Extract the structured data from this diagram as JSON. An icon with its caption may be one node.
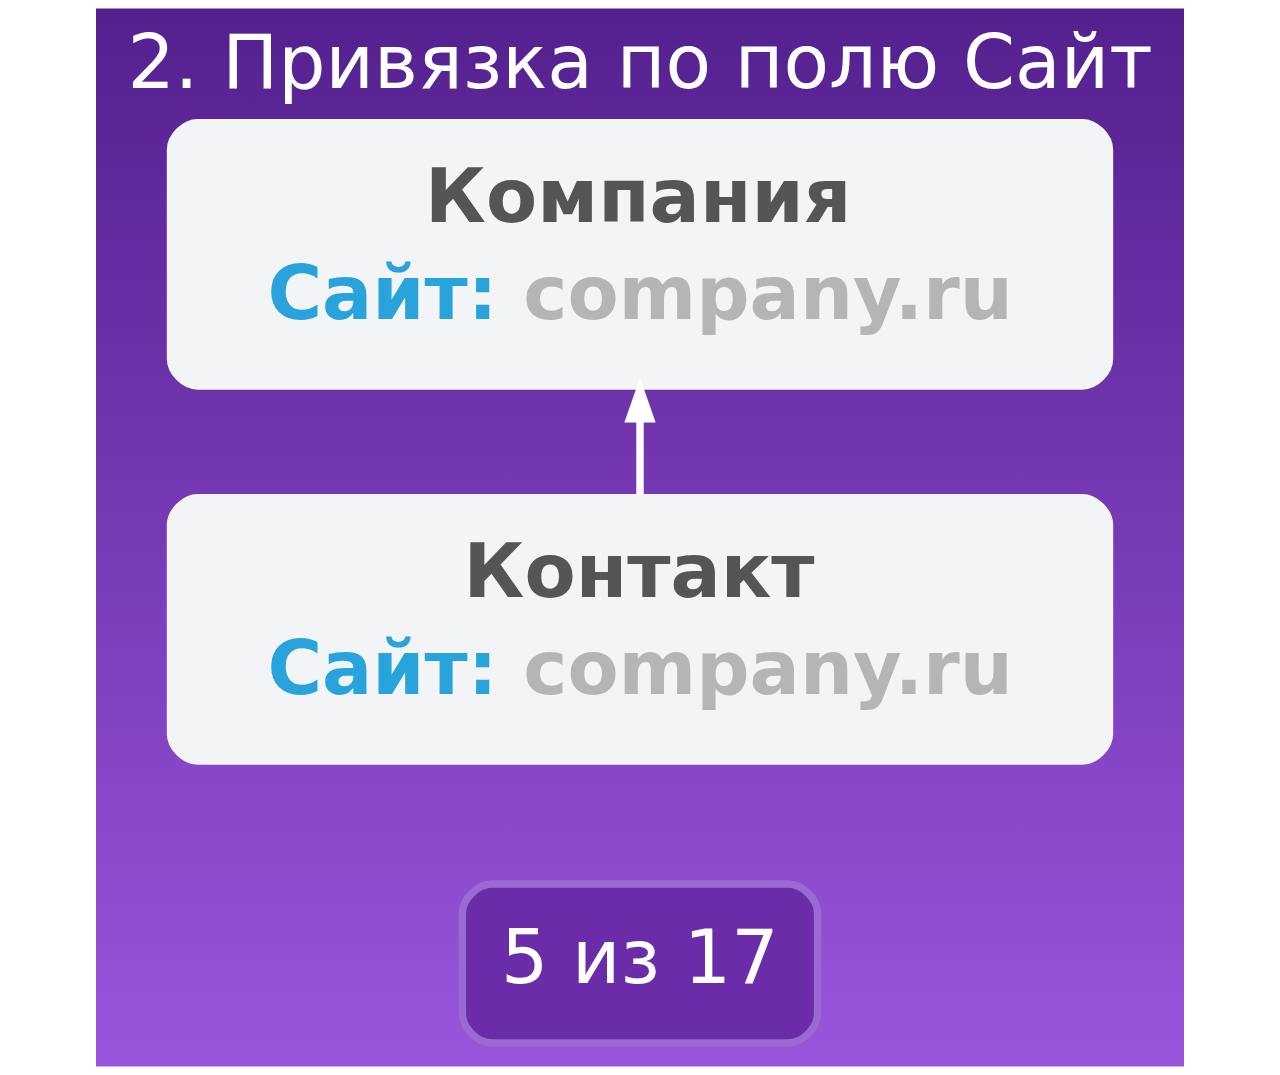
{
  "diagram": {
    "title": "2. Привязка по полю Сайт",
    "nodes": [
      {
        "text": [
          "Компания",
          "Сайт: company.ru"
        ]
      },
      {
        "text": [
          "Контакт",
          "Сайт: company.ru"
        ]
      }
    ],
    "edges": [
      {
        "from": 1,
        "to": 0,
        "arrow": "to"
      }
    ],
    "labels": [
      "5 из 17"
    ]
  }
}
